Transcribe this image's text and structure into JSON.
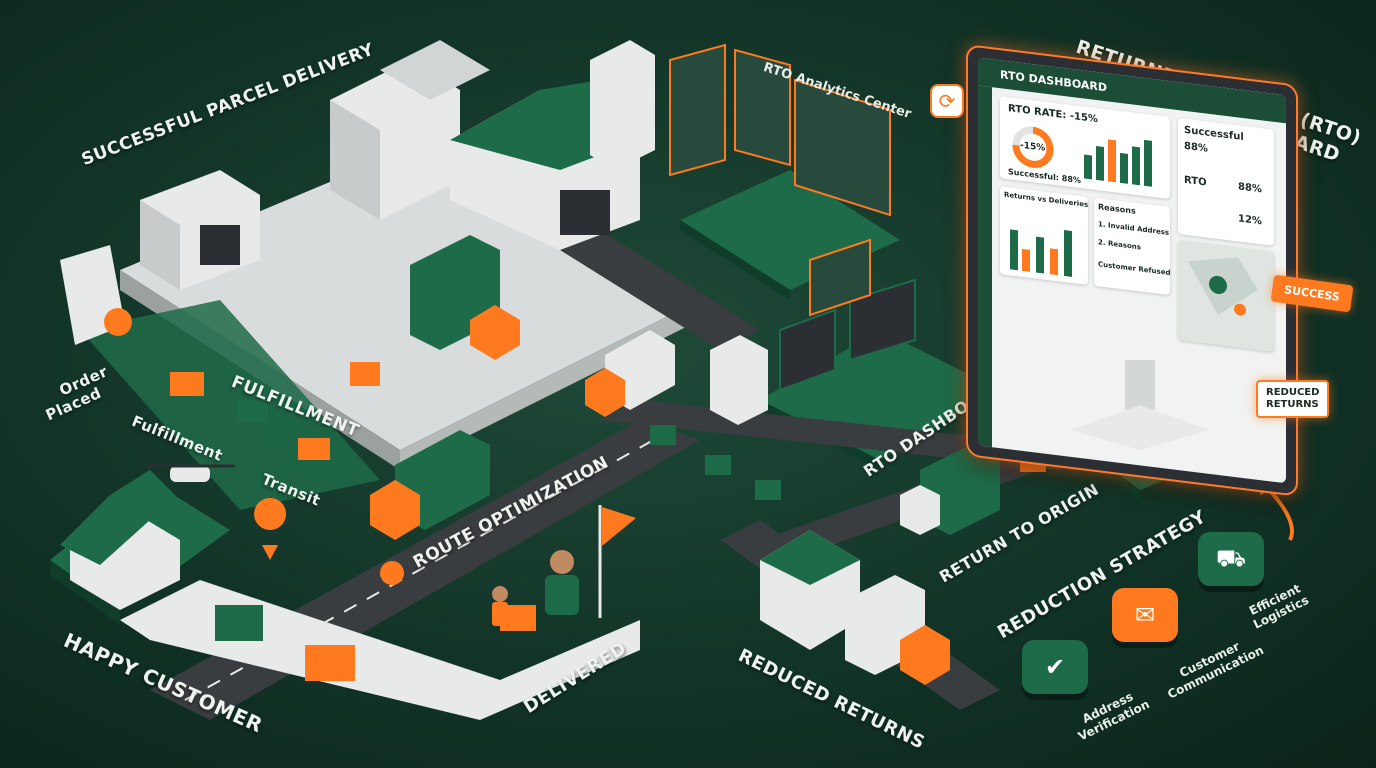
{
  "title": {
    "line1": "RETURNED PACKAGE (RTO)",
    "line2": "REDUCTION DASHBOARD"
  },
  "labels": {
    "successful_delivery": "SUCCESSFUL PARCEL DELIVERY",
    "order_placed_1": "Order",
    "order_placed_2": "Placed",
    "fulfillment_main": "FULFILLMENT",
    "fulfillment_small": "Fulfillment",
    "transit": "Transit",
    "route_optimization": "ROUTE OPTIMIZATION",
    "happy_customer": "HAPPY CUSTOMER",
    "delivered": "DELIVERED",
    "reduced_returns": "REDUCED RETURNS",
    "rto_dashboard": "RTO DASHBOARD",
    "return_to_origin": "RETURN TO ORIGIN",
    "reduction_strategy": "REDUCTION STRATEGY",
    "analytics_center": "RTO Analytics Center"
  },
  "dashboard": {
    "header": "RTO DASHBOARD",
    "rto_rate": "RTO RATE: -15%",
    "donut_value": "-15%",
    "successful_small": "Successful: 88%",
    "returns_vs_deliveries": "Returns vs Deliveries",
    "successful_title": "Successful",
    "successful_value": "88%",
    "rto_label": "RTO",
    "rto_value_1": "88%",
    "rto_value_2": "12%",
    "reasons_title": "Reasons",
    "reasons": [
      "1. Invalid Address",
      "2. Reasons",
      "Customer Refused"
    ],
    "success_badge": "SUCCESS",
    "reduced_returns_badge_1": "REDUCED",
    "reduced_returns_badge_2": "RETURNS"
  },
  "strategy": [
    {
      "label_1": "Address",
      "label_2": "Verification",
      "icon": "check-icon"
    },
    {
      "label_1": "Customer",
      "label_2": "Communication",
      "icon": "chat-icon"
    },
    {
      "label_1": "Efficient",
      "label_2": "Logistics",
      "icon": "truck-icon"
    }
  ],
  "colors": {
    "background": "#123428",
    "brand_green": "#1e6b49",
    "accent_orange": "#ff7a1e",
    "road": "#3a3d40",
    "building": "#e8eaea"
  }
}
